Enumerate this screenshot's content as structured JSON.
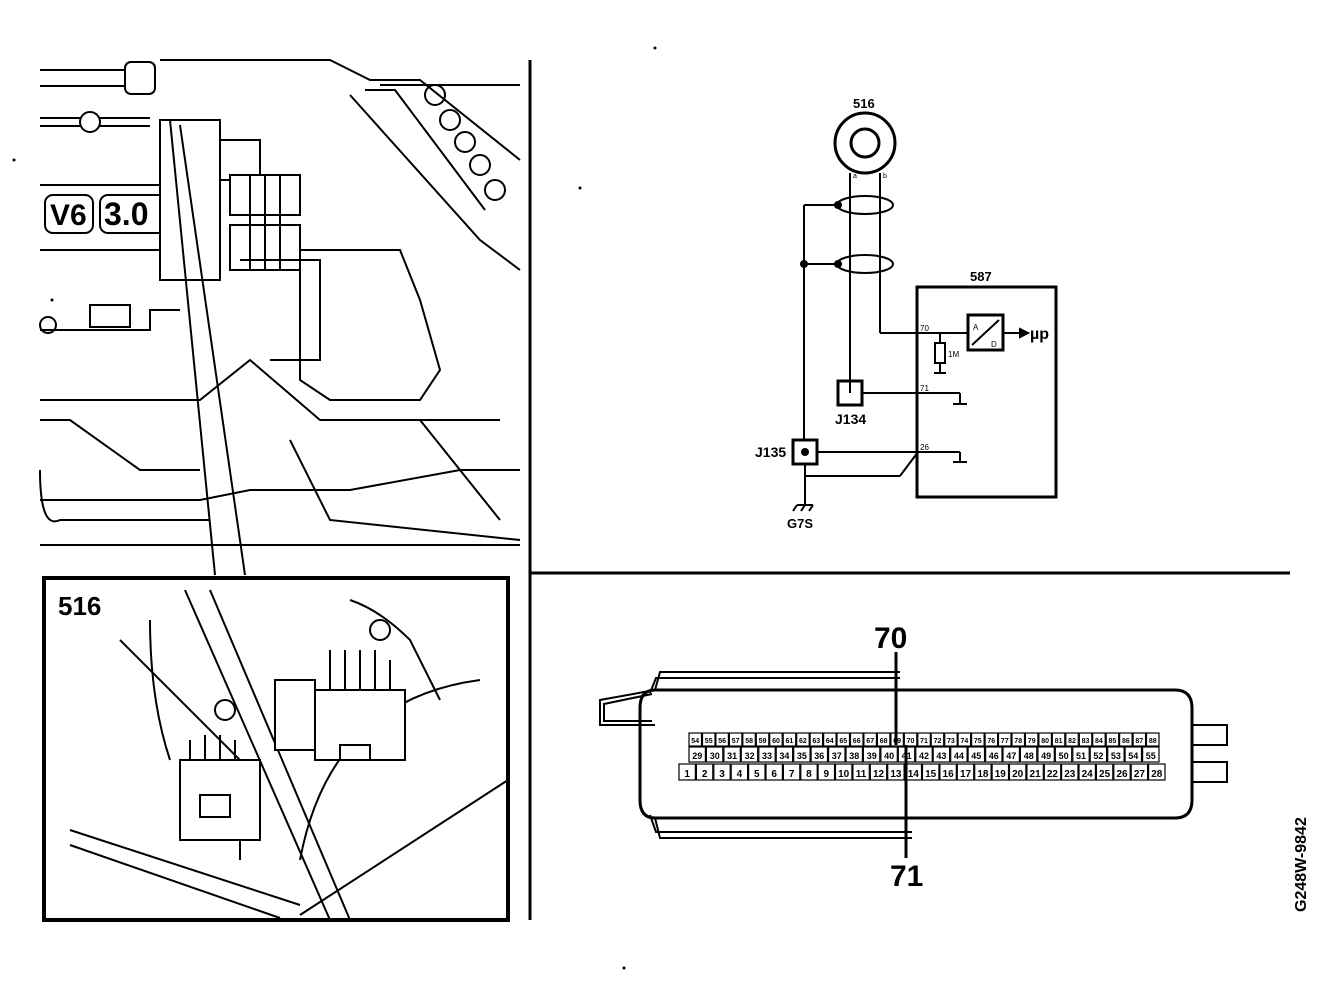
{
  "labels": {
    "sensor_top": "516",
    "ecu": "587",
    "pin_70_small": "70",
    "pin_71_small": "71",
    "pin_26_small": "26",
    "resistor": "1M",
    "ad_top": "A",
    "ad_bottom": "D",
    "micro": "µp",
    "junction_j134": "J134",
    "junction_j135": "J135",
    "ground": "G7S",
    "wire_a": "a",
    "wire_b": "b",
    "inset": "516",
    "callout_70": "70",
    "callout_71": "71",
    "figure_code": "G248W-9842"
  },
  "connector": {
    "row1": [
      "54",
      "55",
      "56",
      "57",
      "58",
      "59",
      "60",
      "61",
      "62",
      "63",
      "64",
      "65",
      "66",
      "67",
      "68",
      "69",
      "70",
      "71",
      "72",
      "73",
      "74",
      "75",
      "76",
      "77",
      "78",
      "79",
      "80",
      "81",
      "82",
      "83",
      "84",
      "85",
      "86",
      "87",
      "88"
    ],
    "row2": [
      "29",
      "30",
      "31",
      "32",
      "33",
      "34",
      "35",
      "36",
      "37",
      "38",
      "39",
      "40",
      "41",
      "42",
      "43",
      "44",
      "45",
      "46",
      "47",
      "48",
      "49",
      "50",
      "51",
      "52",
      "53",
      "54",
      "55"
    ],
    "row3": [
      "1",
      "2",
      "3",
      "4",
      "5",
      "6",
      "7",
      "8",
      "9",
      "10",
      "11",
      "12",
      "13",
      "14",
      "15",
      "16",
      "17",
      "18",
      "19",
      "20",
      "21",
      "22",
      "23",
      "24",
      "25",
      "26",
      "27",
      "28"
    ]
  }
}
